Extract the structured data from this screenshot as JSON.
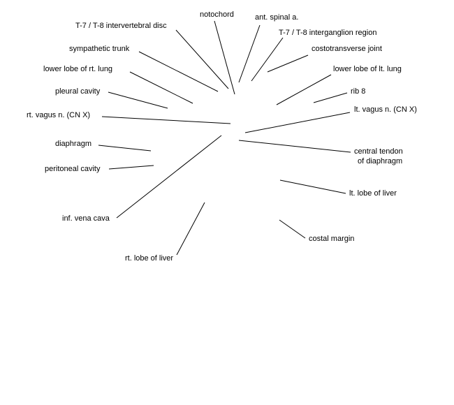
{
  "diagram": {
    "labels": {
      "notochord": "notochord",
      "ant_spinal_a": "ant. spinal a.",
      "t7_t8_disc": "T-7 / T-8 intervertebral disc",
      "t7_t8_interganglion": "T-7 / T-8 interganglion region",
      "sympathetic_trunk": "sympathetic trunk",
      "costotransverse_joint": "costotransverse joint",
      "lower_lobe_rt_lung": "lower lobe of rt. lung",
      "lower_lobe_lt_lung": "lower lobe of lt. lung",
      "pleural_cavity": "pleural cavity",
      "rib_8": "rib 8",
      "rt_vagus": "rt. vagus n. (CN X)",
      "lt_vagus": "lt. vagus n. (CN X)",
      "diaphragm": "diaphragm",
      "central_tendon_line1": "central tendon",
      "central_tendon_line2": "of diaphragm",
      "peritoneal_cavity": "peritoneal cavity",
      "lt_lobe_liver": "lt. lobe of liver",
      "inf_vena_cava": "inf. vena cava",
      "costal_margin": "costal margin",
      "rt_lobe_liver": "rt. lobe of liver"
    }
  }
}
